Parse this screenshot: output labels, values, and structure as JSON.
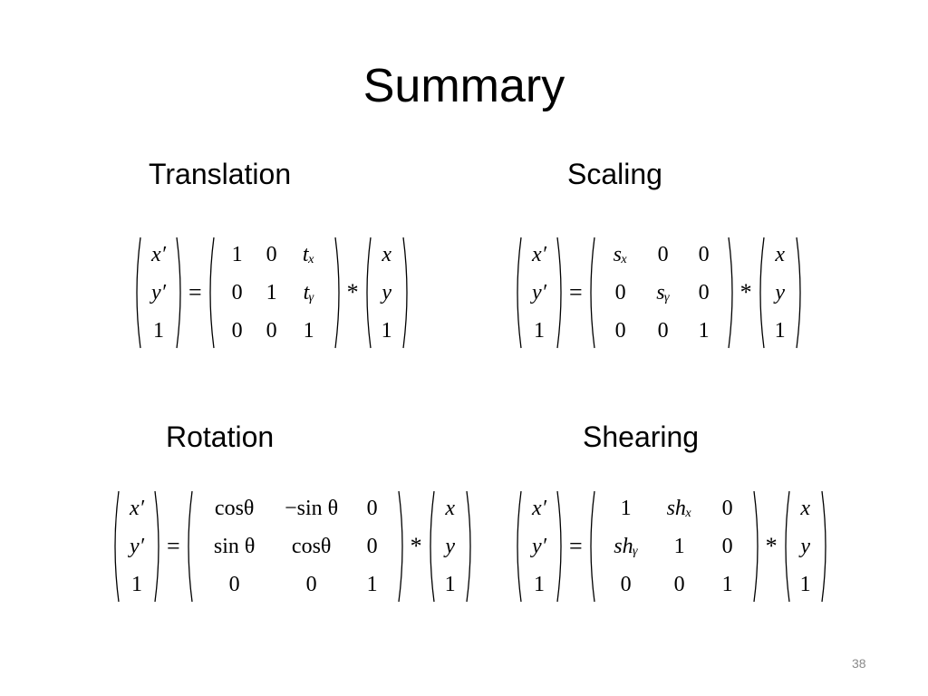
{
  "slide": {
    "title": "Summary",
    "page_number": "38"
  },
  "sections": {
    "translation": {
      "title": "Translation",
      "lhs": [
        "x′",
        "y′",
        "1"
      ],
      "matrix": [
        [
          "1",
          "0",
          "tₓ"
        ],
        [
          "0",
          "1",
          "tᵧ"
        ],
        [
          "0",
          "0",
          "1"
        ]
      ],
      "rhs": [
        "x",
        "y",
        "1"
      ],
      "equals": "=",
      "times": "*"
    },
    "scaling": {
      "title": "Scaling",
      "lhs": [
        "x′",
        "y′",
        "1"
      ],
      "matrix": [
        [
          "sₓ",
          "0",
          "0"
        ],
        [
          "0",
          "sᵧ",
          "0"
        ],
        [
          "0",
          "0",
          "1"
        ]
      ],
      "rhs": [
        "x",
        "y",
        "1"
      ],
      "equals": "=",
      "times": "*"
    },
    "rotation": {
      "title": "Rotation",
      "lhs": [
        "x′",
        "y′",
        "1"
      ],
      "matrix": [
        [
          "cosθ",
          "−sin θ",
          "0"
        ],
        [
          "sin θ",
          "cosθ",
          "0"
        ],
        [
          "0",
          "0",
          "1"
        ]
      ],
      "rhs": [
        "x",
        "y",
        "1"
      ],
      "equals": "=",
      "times": "*"
    },
    "shearing": {
      "title": "Shearing",
      "lhs": [
        "x′",
        "y′",
        "1"
      ],
      "matrix": [
        [
          "1",
          "shₓ",
          "0"
        ],
        [
          "shᵧ",
          "1",
          "0"
        ],
        [
          "0",
          "0",
          "1"
        ]
      ],
      "rhs": [
        "x",
        "y",
        "1"
      ],
      "equals": "=",
      "times": "*"
    }
  }
}
